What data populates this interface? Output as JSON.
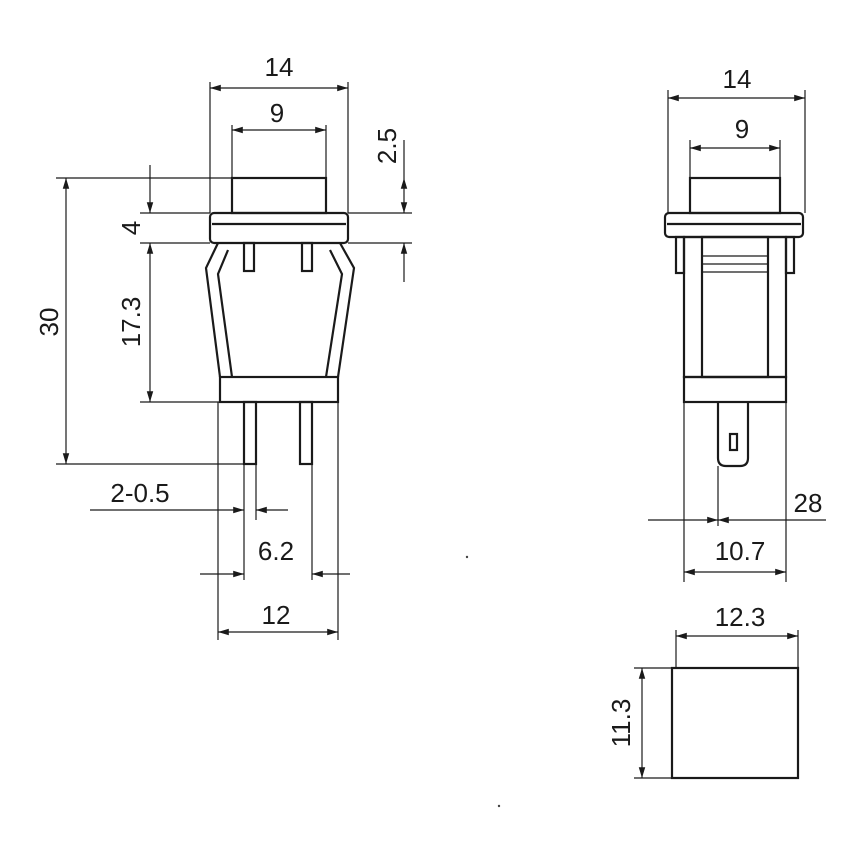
{
  "front_view": {
    "dims": {
      "overall_width": "14",
      "cap_width": "9",
      "cap_height": "2.5",
      "flange_thickness": "4",
      "body_height": "17.3",
      "total_height": "30",
      "terminal_thickness": "2-0.5",
      "terminal_spacing": "6.2",
      "base_width": "12"
    }
  },
  "side_view": {
    "dims": {
      "overall_width": "14",
      "cap_width": "9",
      "total_height": "28",
      "base_width": "10.7"
    }
  },
  "cutout_view": {
    "dims": {
      "width": "12.3",
      "height": "11.3"
    }
  }
}
